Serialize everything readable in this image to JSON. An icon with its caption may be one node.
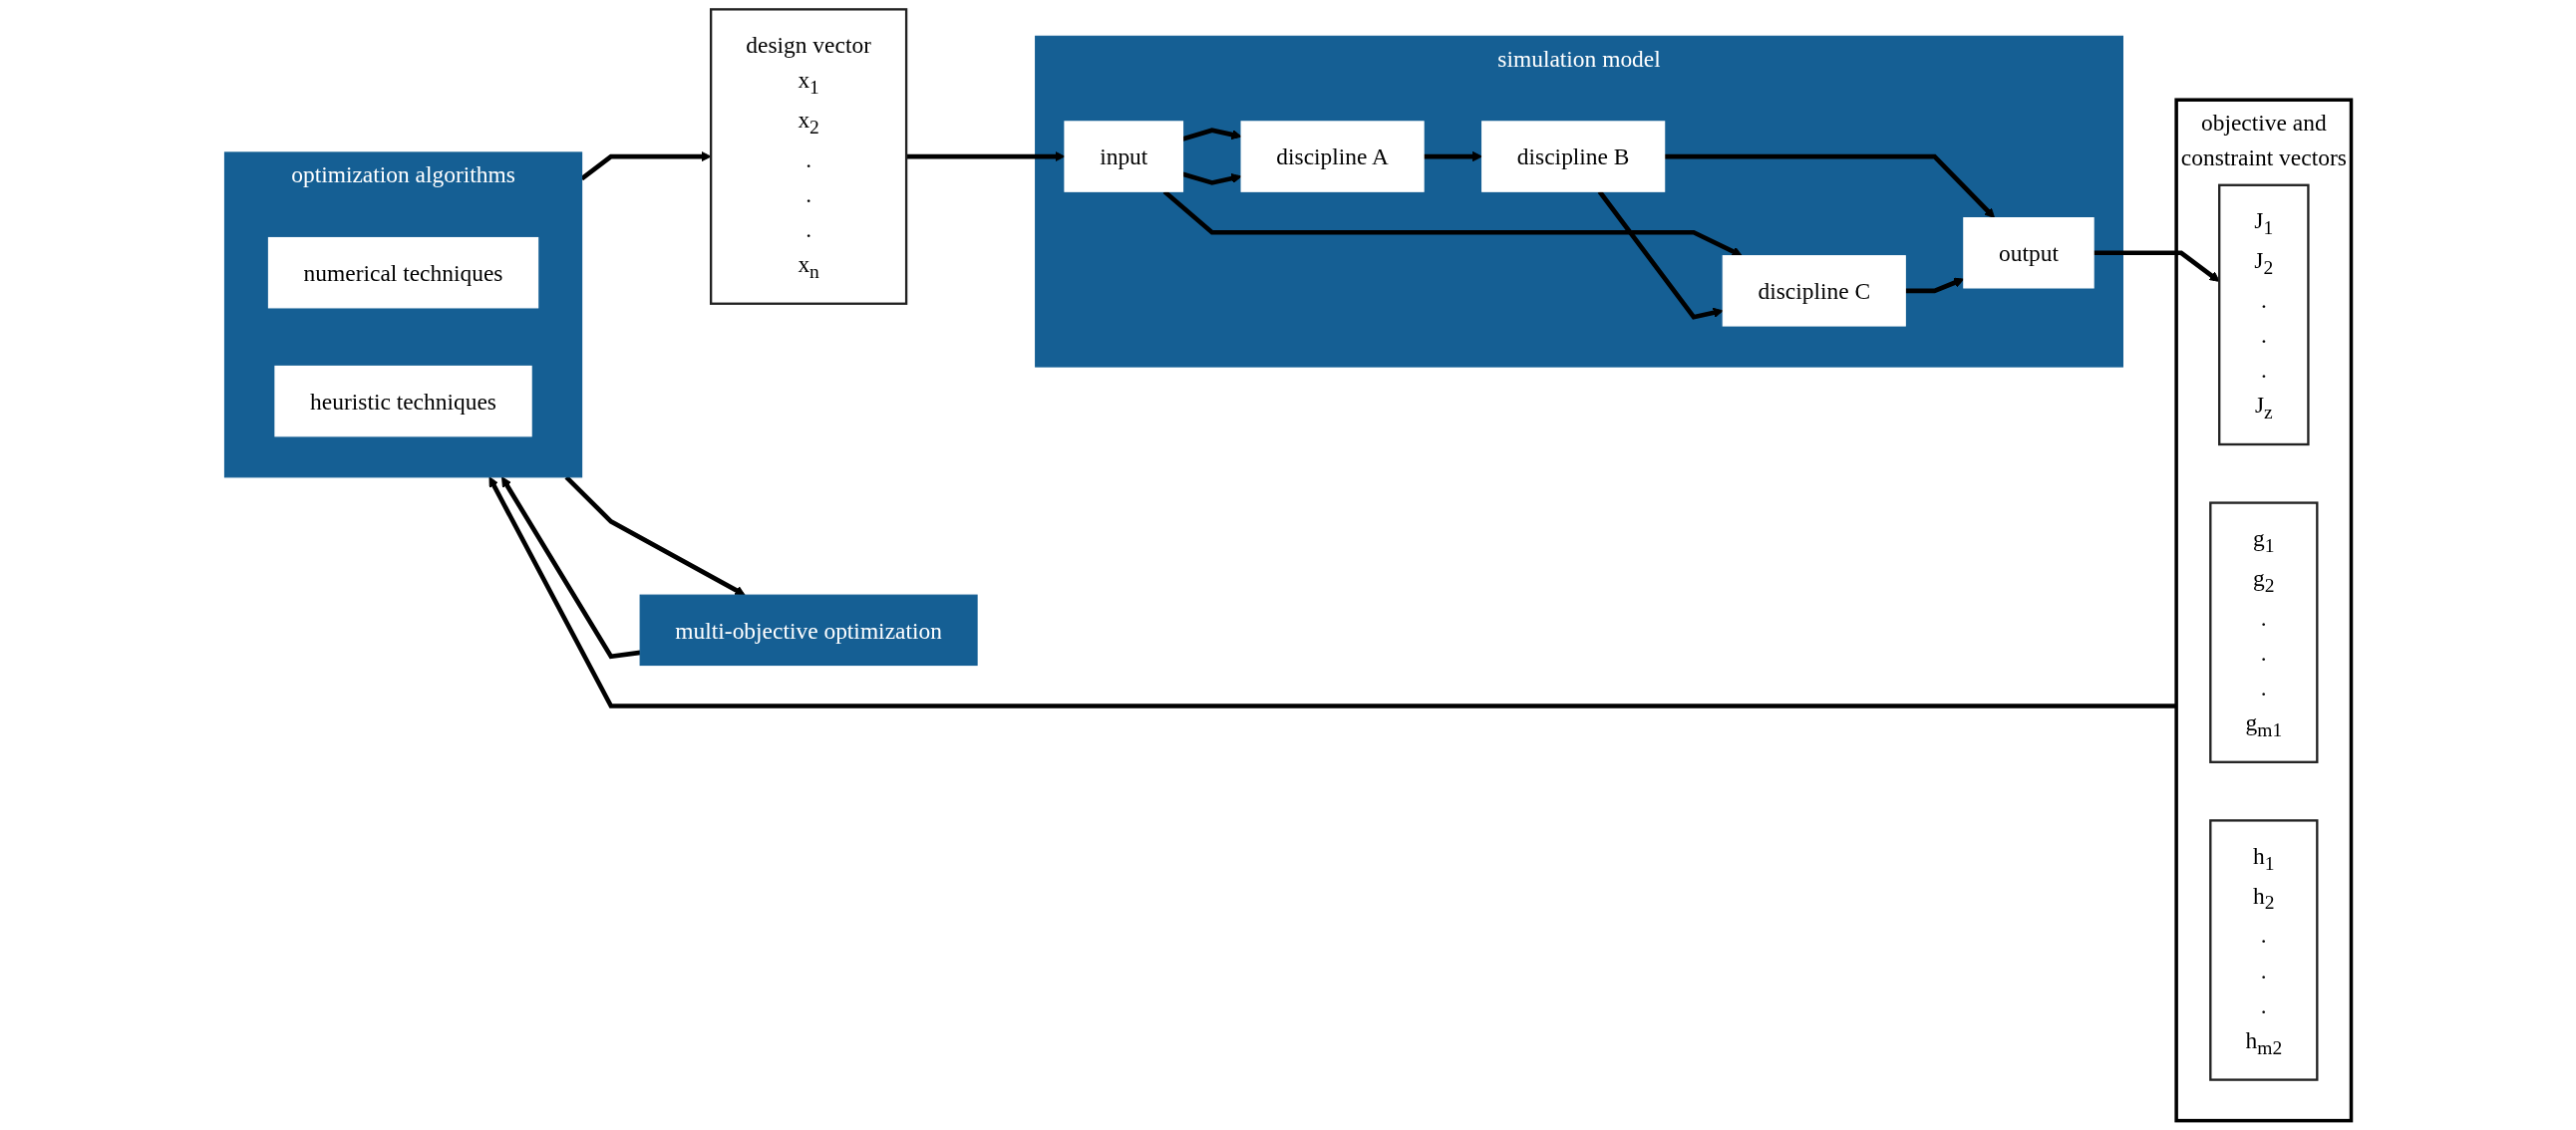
{
  "diagram": {
    "nodes": [
      {
        "text": [
          "simulation model"
        ]
      },
      {
        "text": [
          "input"
        ],
        "in": 0
      },
      {
        "text": [
          "discipline A"
        ],
        "in": 0
      },
      {
        "text": [
          "discipline B"
        ],
        "in": 0
      },
      {
        "text": [
          "discipline C"
        ],
        "in": 0
      },
      {
        "text": [
          "output"
        ],
        "in": 0
      },
      {
        "text": [
          "design vector",
          "x$_{1}$ x$_{2}$ . . . x$_{n}$"
        ]
      },
      {
        "text": [
          "objective and constraint vectors"
        ]
      },
      {
        "text": [
          "J$_{1}$ J$_{2}$ . . . J$_{z}$"
        ],
        "in": 7
      },
      {
        "text": [
          "g$_{1}$ g$_{2}$ . . . g$_{m1}$"
        ],
        "in": 7
      },
      {
        "text": [
          "h$_{1}$ h$_{2}$ . . . h$_{m2}$"
        ],
        "in": 7
      },
      {
        "text": [
          "multi-objective optimization"
        ]
      },
      {
        "text": [
          "optimization algorithms"
        ]
      },
      {
        "text": [
          "numerical techniques"
        ],
        "in": 12
      },
      {
        "text": [
          "heuristic techniques"
        ],
        "in": 12
      }
    ],
    "edges": [
      {
        "from": 6,
        "to": 1,
        "arrow": "to"
      },
      {
        "from": 1,
        "to": 2,
        "arrow": "to"
      },
      {
        "from": 1,
        "to": 4,
        "arrow": "to"
      },
      {
        "from": 1,
        "to": 2,
        "arrow": "to"
      },
      {
        "from": 2,
        "to": 3,
        "arrow": "to"
      },
      {
        "from": 3,
        "to": 4,
        "arrow": "to"
      },
      {
        "from": 3,
        "to": 5,
        "arrow": "to"
      },
      {
        "from": 4,
        "to": 5,
        "arrow": "to"
      },
      {
        "from": 5,
        "to": 8,
        "arrow": "to"
      },
      {
        "from": 7,
        "to": 12,
        "arrow": "to"
      },
      {
        "from": 12,
        "to": 6,
        "arrow": "to"
      },
      {
        "from": 12,
        "to": 11,
        "arrow": "to"
      },
      {
        "from": 11,
        "to": 12,
        "arrow": "to"
      }
    ]
  }
}
